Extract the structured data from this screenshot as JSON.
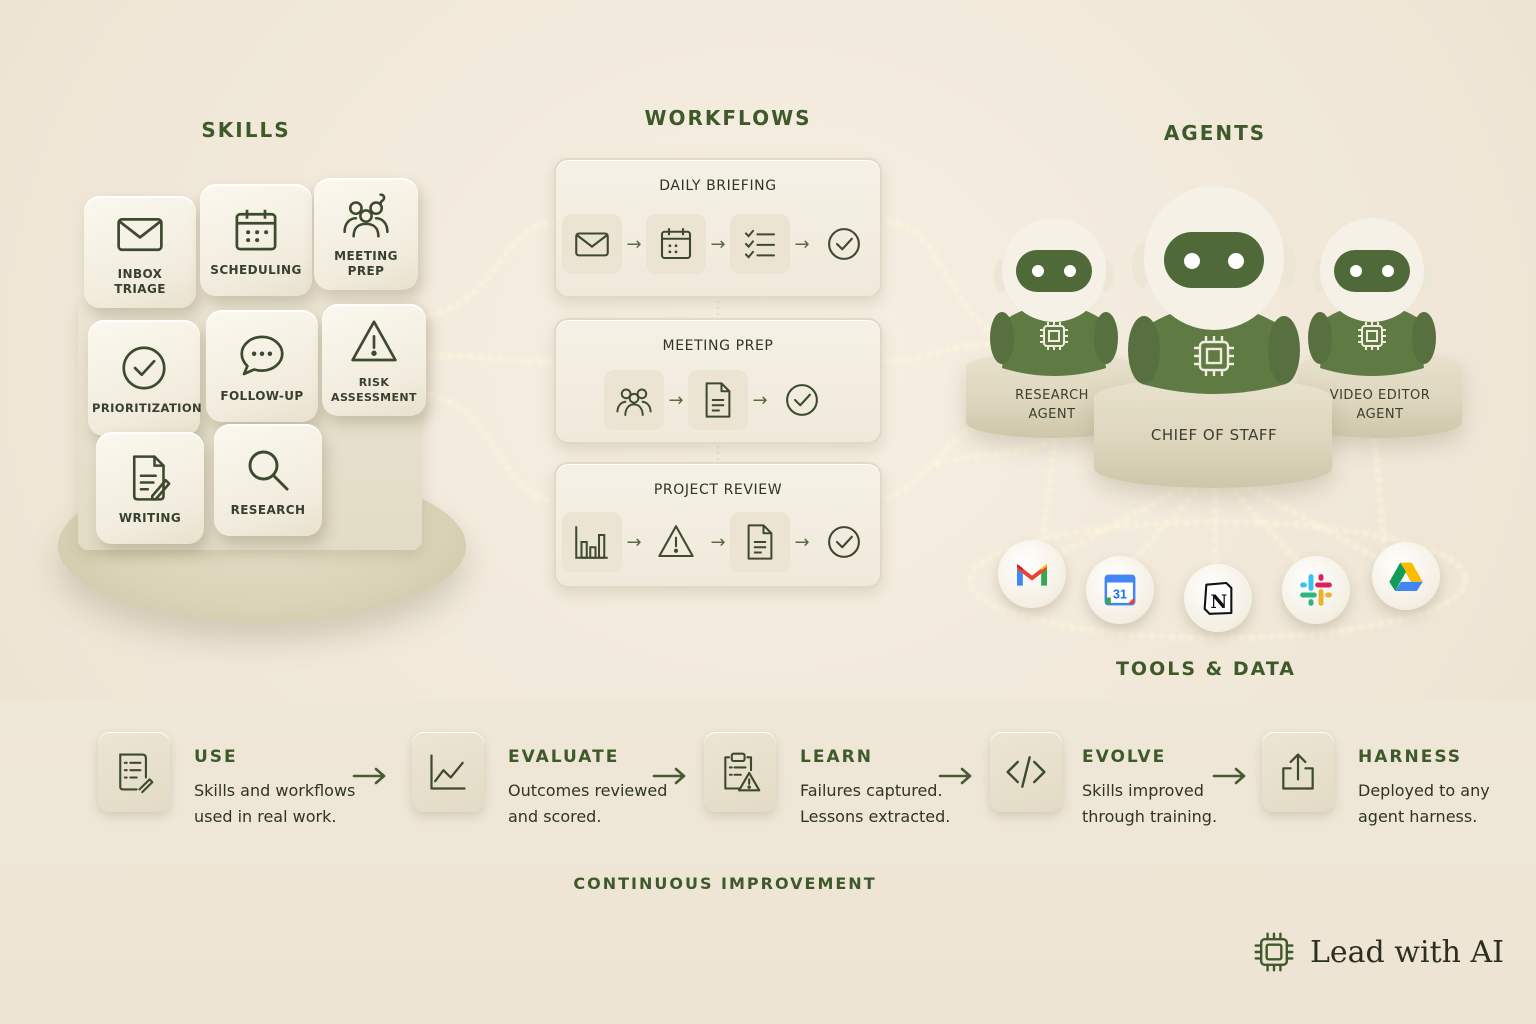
{
  "sections": {
    "skills": "SKILLS",
    "workflows": "WORKFLOWS",
    "agents": "AGENTS",
    "tools": "TOOLS & DATA"
  },
  "skills": [
    {
      "label": "INBOX\nTRIAGE",
      "icon": "envelope-icon"
    },
    {
      "label": "SCHEDULING",
      "icon": "calendar-icon"
    },
    {
      "label": "MEETING\nPREP",
      "icon": "people-icon"
    },
    {
      "label": "PRIORITIZATION",
      "icon": "check-circle-icon"
    },
    {
      "label": "FOLLOW-UP",
      "icon": "chat-bubble-icon"
    },
    {
      "label": "RISK\nASSESSMENT",
      "icon": "warning-icon"
    },
    {
      "label": "WRITING",
      "icon": "document-pen-icon"
    },
    {
      "label": "RESEARCH",
      "icon": "magnifier-icon"
    }
  ],
  "workflows": [
    {
      "title": "DAILY BRIEFING",
      "steps": [
        "envelope-icon",
        "calendar-icon",
        "checklist-icon",
        "check-circle-icon"
      ]
    },
    {
      "title": "MEETING PREP",
      "steps": [
        "people-icon",
        "document-icon",
        "check-circle-icon"
      ]
    },
    {
      "title": "PROJECT REVIEW",
      "steps": [
        "bar-chart-icon",
        "warning-icon",
        "document-icon",
        "check-circle-icon"
      ]
    }
  ],
  "agents": [
    {
      "label": "RESEARCH\nAGENT"
    },
    {
      "label": "CHIEF OF STAFF"
    },
    {
      "label": "VIDEO EDITOR\nAGENT"
    }
  ],
  "tools": [
    "gmail-icon",
    "google-calendar-icon",
    "notion-icon",
    "slack-icon",
    "google-drive-icon"
  ],
  "tool_text": {
    "calendar_day": "31",
    "notion_letter": "N"
  },
  "loop": [
    {
      "title": "USE",
      "desc": "Skills and workflows\nused in real work.",
      "icon": "checklist-pen-icon"
    },
    {
      "title": "EVALUATE",
      "desc": "Outcomes reviewed\nand scored.",
      "icon": "line-chart-icon"
    },
    {
      "title": "LEARN",
      "desc": "Failures captured.\nLessons extracted.",
      "icon": "clipboard-warning-icon"
    },
    {
      "title": "EVOLVE",
      "desc": "Skills improved\nthrough training.",
      "icon": "code-icon"
    },
    {
      "title": "HARNESS",
      "desc": "Deployed to any\nagent harness.",
      "icon": "upload-icon"
    }
  ],
  "continuous": "CONTINUOUS IMPROVEMENT",
  "brand": "Lead with AI",
  "colors": {
    "accent": "#3f5a2a",
    "robot_green": "#58703f",
    "background": "#f3ecdf"
  }
}
